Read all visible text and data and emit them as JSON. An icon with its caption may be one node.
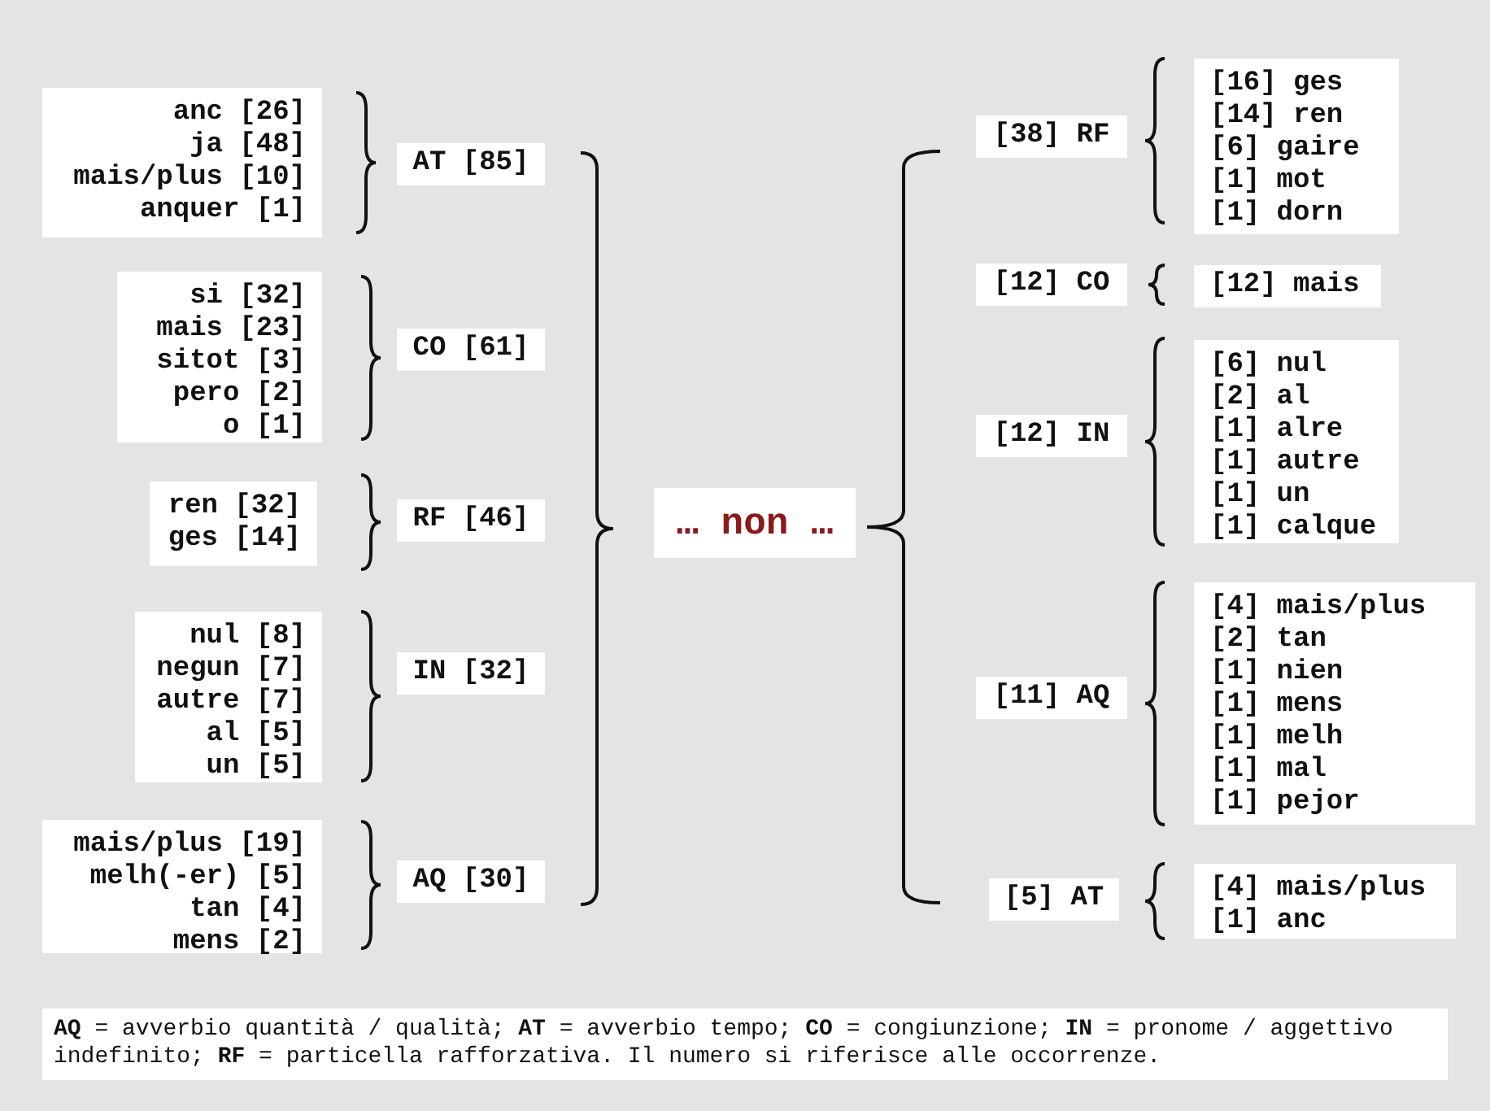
{
  "diagram": {
    "nodes": [
      {
        "text": [
          "anc [26]",
          "ja [48]",
          "mais/plus [10]",
          "anquer [1]"
        ]
      },
      {
        "text": [
          "AT [85]"
        ]
      },
      {
        "text": [
          "si [32]",
          "mais [23]",
          "sitot [3]",
          "pero [2]",
          "o [1]"
        ]
      },
      {
        "text": [
          "CO [61]"
        ]
      },
      {
        "text": [
          "ren [32]",
          "ges [14]"
        ]
      },
      {
        "text": [
          "RF [46]"
        ]
      },
      {
        "text": [
          "nul [8]",
          "negun [7]",
          "autre [7]",
          "al [5]",
          "un [5]"
        ]
      },
      {
        "text": [
          "IN [32]"
        ]
      },
      {
        "text": [
          "mais/plus [19]",
          "melh(-er) [5]",
          "tan [4]",
          "mens [2]"
        ]
      },
      {
        "text": [
          "AQ [30]"
        ]
      },
      {
        "text": [
          "… non …"
        ]
      },
      {
        "text": [
          "[38] RF"
        ]
      },
      {
        "text": [
          "[16] ges",
          "[14] ren",
          "[6] gaire",
          "[1] mot",
          "[1] dorn"
        ]
      },
      {
        "text": [
          "[12] CO"
        ]
      },
      {
        "text": [
          "[12] mais"
        ]
      },
      {
        "text": [
          "[12] IN"
        ]
      },
      {
        "text": [
          "[6] nul",
          "[2] al",
          "[1] alre",
          "[1] autre",
          "[1] un",
          "[1] calque"
        ]
      },
      {
        "text": [
          "[11] AQ"
        ]
      },
      {
        "text": [
          "[4] mais/plus",
          "[2] tan",
          "[1] nien",
          "[1] mens",
          "[1] melh",
          "[1] mal",
          "[1] pejor"
        ]
      },
      {
        "text": [
          "[5] AT"
        ]
      },
      {
        "text": [
          "[4] mais/plus",
          "[1] anc"
        ]
      }
    ],
    "caption": "**AQ** = avverbio quantità / qualità; **AT** = avverbio tempo; **CO** = congiunzione; **IN** = pronome / aggettivo indefinito; **RF** = particella rafforzativa. Il numero si riferisce alle occorrenze."
  }
}
